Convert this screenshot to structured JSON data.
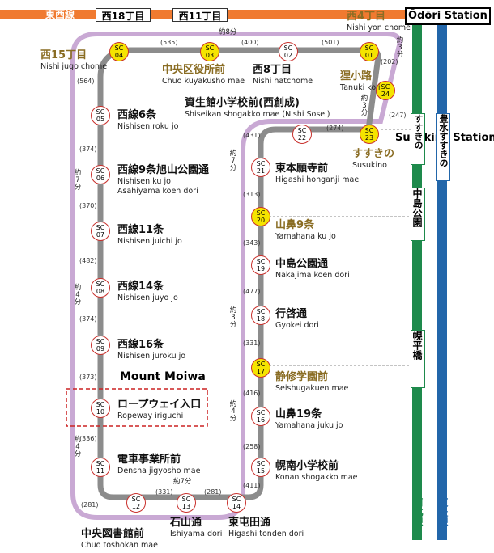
{
  "top": {
    "tozai_line": "東西線",
    "sq18": "西18丁目",
    "sq11": "西11丁目",
    "odori": "Ōdōri Station"
  },
  "susukino_station": "Susukino Station",
  "mount_moiwa": "Mount Moiwa",
  "lines": {
    "green_boxes": [
      "すすきの",
      "中島公園",
      "幌平橋"
    ],
    "blue_box": "豊水すすきの",
    "nanboku": "南北線",
    "toho": "東豊線"
  },
  "colors": {
    "tozai": "#f07a30",
    "nanboku": "#1e8a4c",
    "toho": "#2266aa",
    "loop_outer": "#c9a9d4",
    "loop_inner": "#888888",
    "gold": "#f5e400",
    "highlight": "#cc2222"
  },
  "stations": [
    {
      "code": "SC\n01",
      "jp": "西4丁目",
      "en": "Nishi yon chome",
      "gold": true
    },
    {
      "code": "SC\n02",
      "jp": "西8丁目",
      "en": "Nishi hatchome",
      "gold": false
    },
    {
      "code": "SC\n03",
      "jp": "中央区役所前",
      "en": "Chuo kuyakusho mae",
      "gold": true
    },
    {
      "code": "SC\n04",
      "jp": "西15丁目",
      "en": "Nishi jugo chome",
      "gold": true
    },
    {
      "code": "SC\n05",
      "jp": "西線6条",
      "en": "Nishisen roku jo",
      "gold": false
    },
    {
      "code": "SC\n06",
      "jp": "西線9条旭山公園通",
      "en": "Nishisen ku jo",
      "en2": "Asahiyama koen dori",
      "gold": false
    },
    {
      "code": "SC\n07",
      "jp": "西線11条",
      "en": "Nishisen juichi jo",
      "gold": false
    },
    {
      "code": "SC\n08",
      "jp": "西線14条",
      "en": "Nishisen juyo jo",
      "gold": false
    },
    {
      "code": "SC\n09",
      "jp": "西線16条",
      "en": "Nishisen juroku jo",
      "gold": false
    },
    {
      "code": "SC\n10",
      "jp": "ロープウェイ入口",
      "en": "Ropeway iriguchi",
      "gold": false
    },
    {
      "code": "SC\n11",
      "jp": "電車事業所前",
      "en": "Densha jigyosho mae",
      "gold": false
    },
    {
      "code": "SC\n12",
      "jp": "中央図書館前",
      "en": "Chuo toshokan mae",
      "gold": false
    },
    {
      "code": "SC\n13",
      "jp": "石山通",
      "en": "Ishiyama dori",
      "gold": false
    },
    {
      "code": "SC\n14",
      "jp": "東屯田通",
      "en": "Higashi tonden dori",
      "gold": false
    },
    {
      "code": "SC\n15",
      "jp": "幌南小学校前",
      "en": "Konan shogakko mae",
      "gold": false
    },
    {
      "code": "SC\n16",
      "jp": "山鼻19条",
      "en": "Yamahana juku jo",
      "gold": false
    },
    {
      "code": "SC\n17",
      "jp": "静修学園前",
      "en": "Seishugakuen mae",
      "gold": true
    },
    {
      "code": "SC\n18",
      "jp": "行啓通",
      "en": "Gyokei dori",
      "gold": false
    },
    {
      "code": "SC\n19",
      "jp": "中島公園通",
      "en": "Nakajima koen dori",
      "gold": false
    },
    {
      "code": "SC\n20",
      "jp": "山鼻9条",
      "en": "Yamahana ku jo",
      "gold": true
    },
    {
      "code": "SC\n21",
      "jp": "東本願寺前",
      "en": "Higashi honganji mae",
      "gold": false
    },
    {
      "code": "SC\n22",
      "jp": "資生館小学校前(西創成)",
      "en": "Shiseikan shogakko mae (Nishi Sosei)",
      "gold": false
    },
    {
      "code": "SC\n23",
      "jp": "すすきの",
      "en": "Susukino",
      "gold": true
    },
    {
      "code": "SC\n24",
      "jp": "狸小路",
      "en": "Tanuki koji",
      "gold": true
    }
  ],
  "distances": [
    "(535)",
    "(400)",
    "(501)",
    "(202)",
    "(247)",
    "(274)",
    "(431)",
    "(564)",
    "(374)",
    "(370)",
    "(482)",
    "(374)",
    "(373)",
    "(336)",
    "(281)",
    "(331)",
    "(281)",
    "(411)",
    "(258)",
    "(416)",
    "(331)",
    "(477)",
    "(343)",
    "(313)"
  ],
  "times": [
    "約8分",
    "約3分",
    "約3分",
    "約7分",
    "約7分",
    "約4分",
    "約4分",
    "約3分",
    "約4分",
    "約7分"
  ]
}
